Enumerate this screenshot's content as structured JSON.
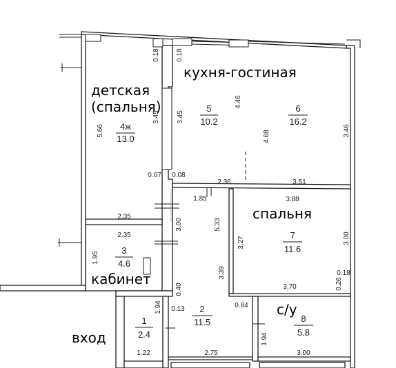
{
  "rooms": [
    {
      "num": "4ж",
      "area": "13.0"
    },
    {
      "num": "5",
      "area": "10.2"
    },
    {
      "num": "6",
      "area": "16.2"
    },
    {
      "num": "7",
      "area": "11.6"
    },
    {
      "num": "3",
      "area": "4.6"
    },
    {
      "num": "2",
      "area": "11.5"
    },
    {
      "num": "1",
      "area": "2.4"
    },
    {
      "num": "8",
      "area": "5.8"
    }
  ],
  "labels": {
    "kids": "детская",
    "kids_sub": "(спальня)",
    "kitchen": "кухня-гостиная",
    "bedroom": "спальня",
    "office": "кабинет",
    "wc": "с/у",
    "entry": "вход"
  },
  "dimensions": {
    "d018a": "0.18",
    "d018b": "0.18",
    "d566": "5.66",
    "d345a": "3.45",
    "d345b": "3.45",
    "d446": "4.46",
    "d468": "4.68",
    "d346": "3.46",
    "d007": "0.07",
    "d008": "0.08",
    "d236": "2.36",
    "d351": "3.51",
    "d185": "1.85",
    "d388": "3.88",
    "d235a": "2.35",
    "d300a": "3.00",
    "d533": "5.33",
    "d235b": "2.35",
    "d327": "3.27",
    "d300b": "3.00",
    "d195": "1.95",
    "d339": "3.39",
    "d018c": "0.18",
    "d040": "0.40",
    "d370": "3.70",
    "d026": "0.26",
    "d194a": "1.94",
    "d013": "0.13",
    "d084": "0.84",
    "d194b": "1.94",
    "d122": "1.22",
    "d275": "2.75",
    "d300c": "3.00"
  }
}
